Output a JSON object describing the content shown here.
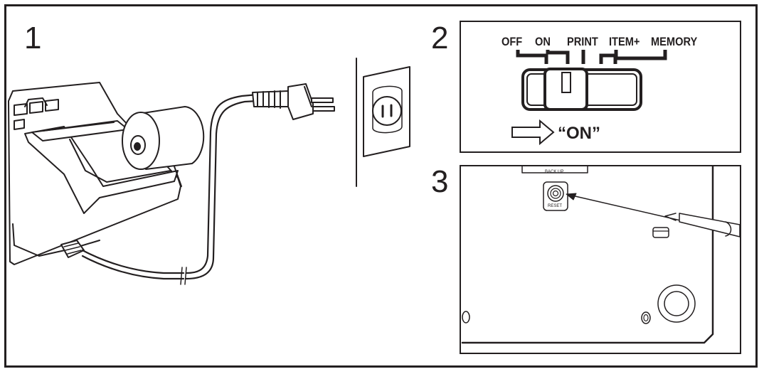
{
  "steps": [
    {
      "number": "1"
    },
    {
      "number": "2"
    },
    {
      "number": "3"
    }
  ],
  "switch": {
    "positions": [
      "OFF",
      "ON",
      "PRINT",
      "ITEM+",
      "MEMORY"
    ],
    "callout": "“ON”"
  },
  "reset_panel": {
    "reset_label": "RESET",
    "backup_label": "BACK UP"
  },
  "colors": {
    "ink": "#231f20",
    "background": "#ffffff"
  }
}
